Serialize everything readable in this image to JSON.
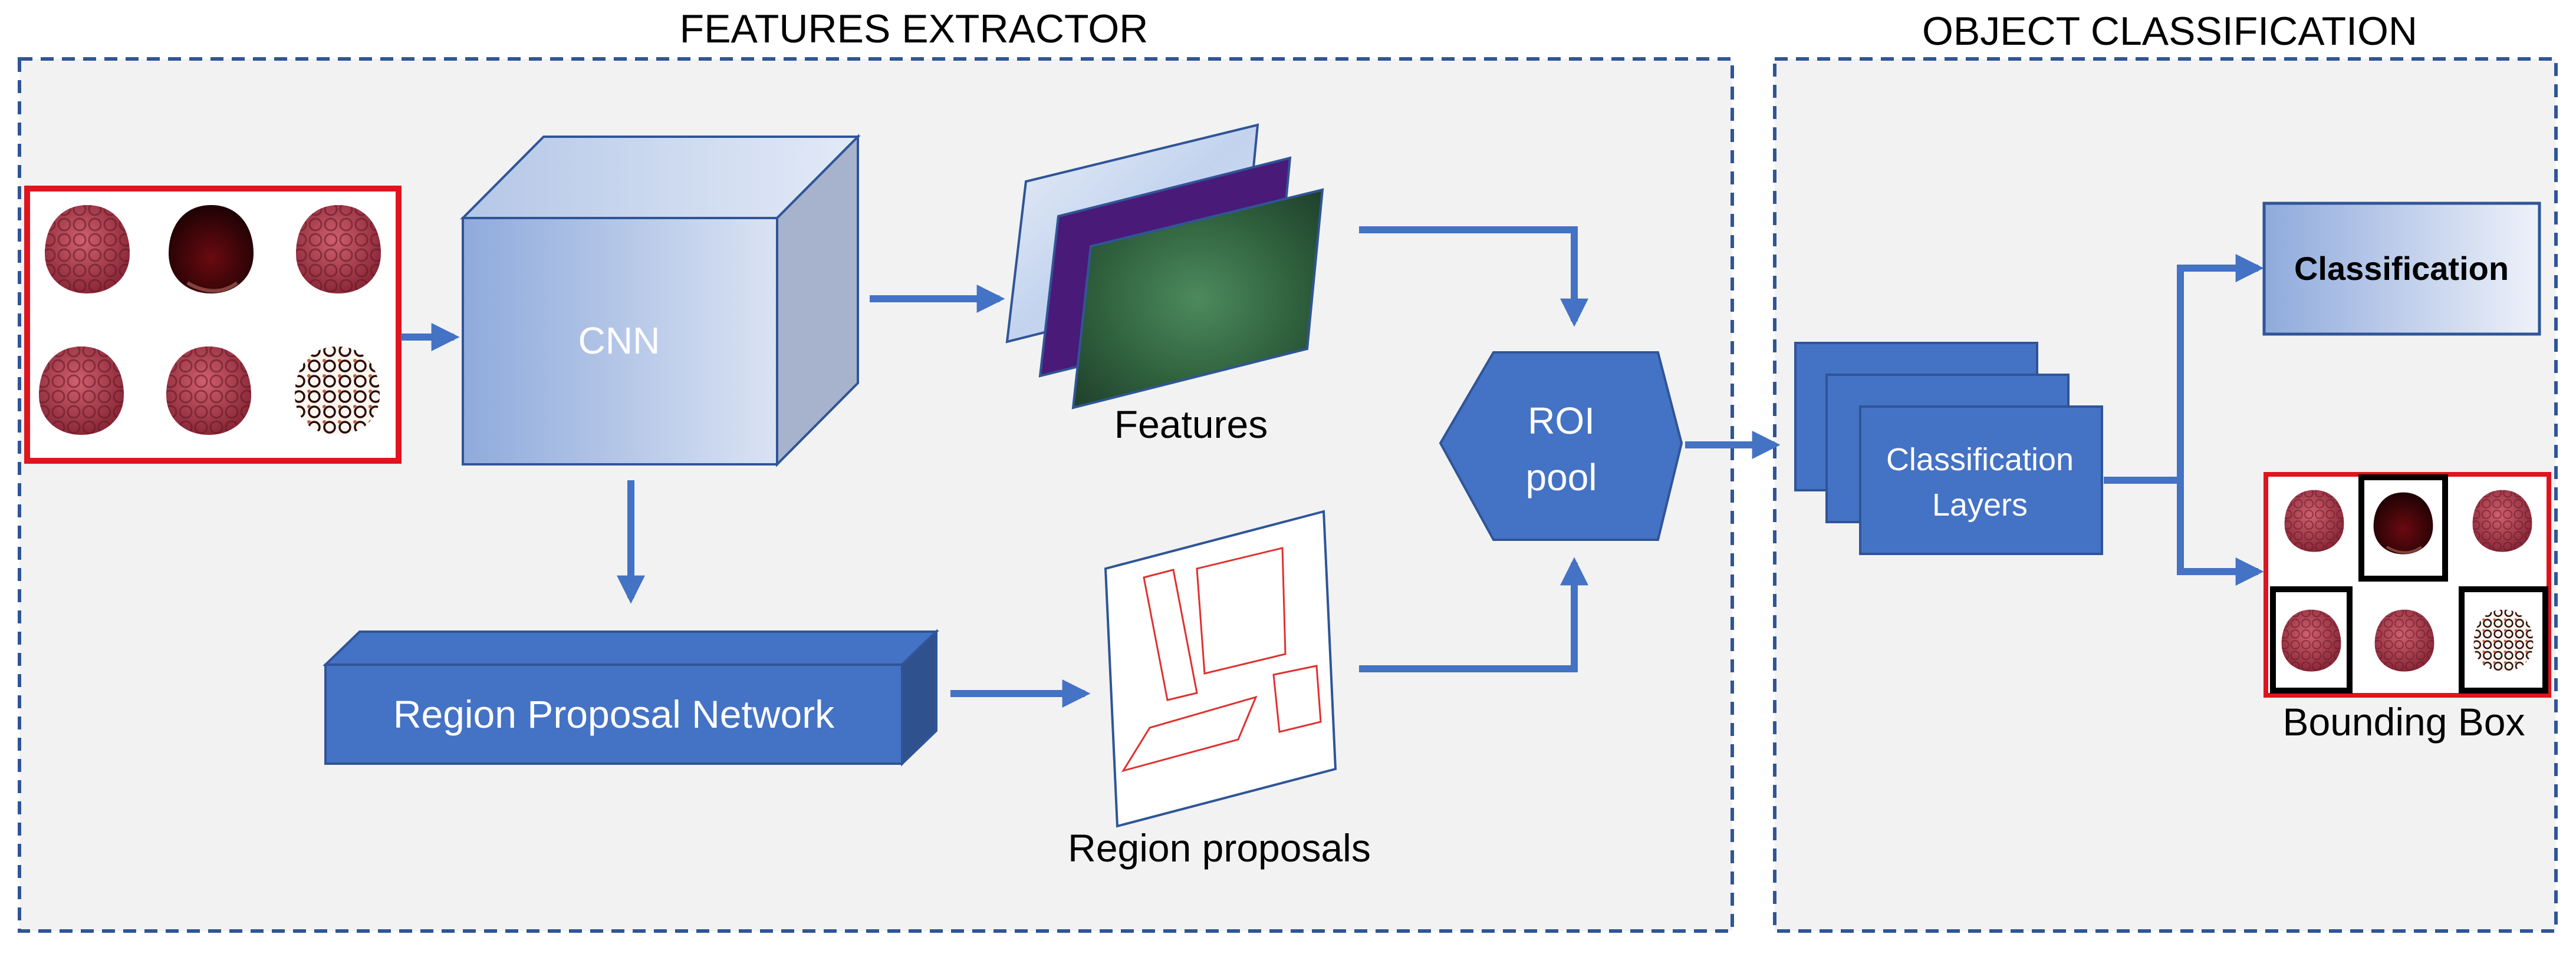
{
  "sections": {
    "feature_extractor_title": "FEATURES EXTRACTOR",
    "object_classification_title": "OBJECT CLASSIFICATION"
  },
  "blocks": {
    "cnn_label": "CNN",
    "rpn_label": "Region Proposal Network",
    "features_label": "Features",
    "region_proposals_label": "Region proposals",
    "roi_label_line1": "ROI",
    "roi_label_line2": "pool",
    "classification_layers_line1": "Classification",
    "classification_layers_line2": "Layers",
    "classification_label": "Classification",
    "bounding_box_label": "Bounding Box"
  },
  "colors": {
    "accent_blue": "#4472c4",
    "dashed_border": "#2f5597",
    "panel_bg": "#f2f2f2",
    "input_border_red": "#e0141e",
    "fruit_red": "#a83a48",
    "fruit_dark": "#3a0508",
    "proposal_red": "#e03030",
    "feature_green": "#2e5e3c",
    "feature_purple": "#4a1a78",
    "feature_light": "#cdd8ee"
  },
  "icons": {
    "fruit": "raspberry-icon",
    "feature_map": "feature-map-icon",
    "proposal_sheet": "proposal-sheet-icon"
  }
}
